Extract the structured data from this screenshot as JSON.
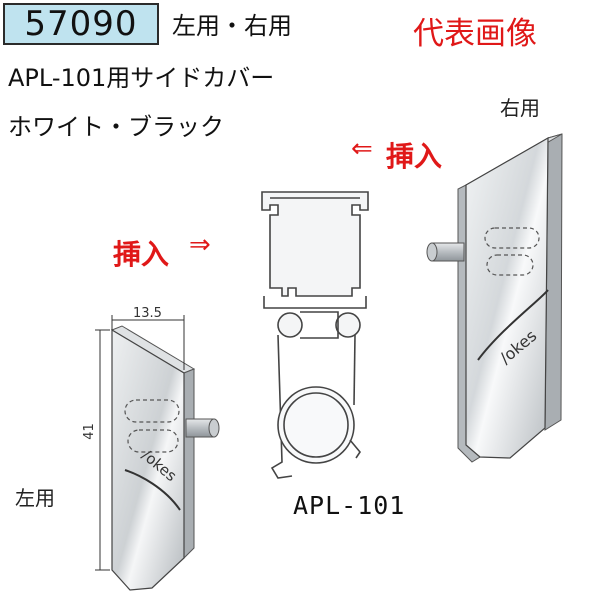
{
  "product": {
    "code": "57090",
    "sides": "左用・右用",
    "name": "APL-101用サイドカバー",
    "colors": "ホワイト・ブラック",
    "representative": "代表画像"
  },
  "labels": {
    "right_use": "右用",
    "left_use": "左用",
    "insert": "挿入",
    "model": "APL-101",
    "width_dim": "13.5",
    "height_dim": "41"
  },
  "icons": {
    "arrow_left": "⇐",
    "arrow_right": "⇒"
  },
  "colors": {
    "accent": "#e01818",
    "code_bg": "#bfe3ef",
    "metal": "#cfd3d6"
  }
}
